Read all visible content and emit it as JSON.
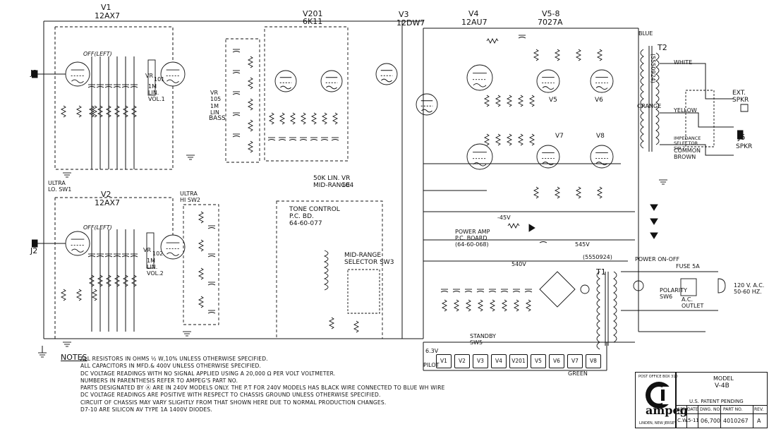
{
  "tubes": {
    "v1": {
      "designator": "V1",
      "type": "12AX7"
    },
    "v201": {
      "designator": "V201",
      "type": "6K11"
    },
    "v3": {
      "designator": "V3",
      "type": "12DW7"
    },
    "v4": {
      "designator": "V4",
      "type": "12AU7"
    },
    "v5_8": {
      "designator": "V5-8",
      "type": "7027A"
    },
    "v2": {
      "designator": "V2",
      "type": "12AX7"
    }
  },
  "labels": {
    "j1": "J1",
    "j2": "J2",
    "off_left_1": "OFF(LEFT)",
    "off_left_2": "OFF(LEFT)",
    "vr101": "VR",
    "vr101_num": "101",
    "vol1": "1M\nLIN.\nVOL.1",
    "vr102": "VR",
    "vr102_num": "102",
    "vol2": "1M\nLIN.\nVOL.2",
    "vr105": "VR\n105",
    "vr105_desc": "1M\nLIN",
    "bass": "BASS",
    "ultra_lo": "ULTRA\nLO. SW1",
    "ultra_hi": "ULTRA\nHI SW2",
    "tone_control": "TONE CONTROL\nP.C. BD.\n64-60-077",
    "midrange_sel": "MID-RANGE\nSELECTOR SW3",
    "midrange_vr": "50K LIN.\nMID-RANGE",
    "vr104": "VR\n104",
    "power_amp": "POWER AMP\nP.C. BOARD\n(64-60-068)",
    "v5": "V5",
    "v6": "V6",
    "v7": "V7",
    "v8": "V8",
    "t2": "T2",
    "t1": "T1",
    "ext_spkr": "EXT.\nSPKR",
    "j6": "J6",
    "spkr": "SPKR",
    "impedance": "IMPEDANCE\nSELECTOR\nSW.7",
    "power_on_off": "POWER ON-OFF",
    "fuse": "FUSE 5A",
    "polarity": "POLARITY\nSW6",
    "ac_outlet": "A.C.\nOUTLET",
    "mains": "120 V. A.C.\n50-60 HZ.",
    "standby": "STANDBY\nSW5",
    "bias": "-45V",
    "b_plus": "545V",
    "b_plus_2": "540V",
    "green": "GREEN",
    "blue": "BLUE",
    "orange": "ORANGE",
    "brown": "BROWN",
    "common": "COMMON",
    "yellow": "YELLOW",
    "white": "WHITE",
    "t2_part": "(5550924)",
    "t1_part": "(5550924)",
    "heater_v1": "V1",
    "heater_v2": "V2",
    "heater_v3": "V3",
    "heater_v4": "V4",
    "heater_v201": "V201",
    "heater_v5": "V5",
    "heater_v6": "V6",
    "heater_v7": "V7",
    "heater_v8": "V8",
    "pilot": "PILOT",
    "r_63v": "6.3V"
  },
  "notes": {
    "heading": "NOTES",
    "items": [
      "ALL RESISTORS IN OHMS ½ W,10% UNLESS OTHERWISE SPECIFIED.",
      "ALL CAPACITORS IN MFD.& 400V UNLESS OTHERWISE SPECIFIED.",
      "DC VOLTAGE READINGS WITH NO SIGNAL APPLIED USING A 20,000 Ω PER VOLT VOLTMETER.",
      "NUMBERS IN PARENTHESIS REFER TO AMPEG'S PART NO.",
      "PARTS DESIGNATED BY Ⓐ ARE IN 240V MODELS ONLY.  THE P.T FOR 240V MODELS HAS BLACK WIRE CONNECTED TO BLUE WH WIRE",
      "DC VOLTAGE READINGS ARE POSITIVE WITH RESPECT TO CHASSIS GROUND UNLESS OTHERWISE SPECIFIED.",
      "CIRCUIT OF CHASSIS MAY VARY SLIGHTLY FROM THAT SHOWN HERE DUE TO NORMAL PRODUCTION CHANGES.",
      "D7-10 ARE SILICON AV TYPE 1A 1400V DIODES."
    ]
  },
  "title_block": {
    "company_line1": "POST OFFICE BOX 310",
    "brand": "ampeg",
    "location": "LINDEN, NEW JERSEY",
    "model_label": "MODEL",
    "model": "V-4B",
    "patent": "U.S. PATENT PENDING",
    "headers": [
      "APP",
      "DATE",
      "DWG. NO.",
      "PART NO.",
      "REV."
    ],
    "values": [
      "C.W.",
      "5-11",
      "06,700",
      "4010267",
      "A"
    ]
  }
}
